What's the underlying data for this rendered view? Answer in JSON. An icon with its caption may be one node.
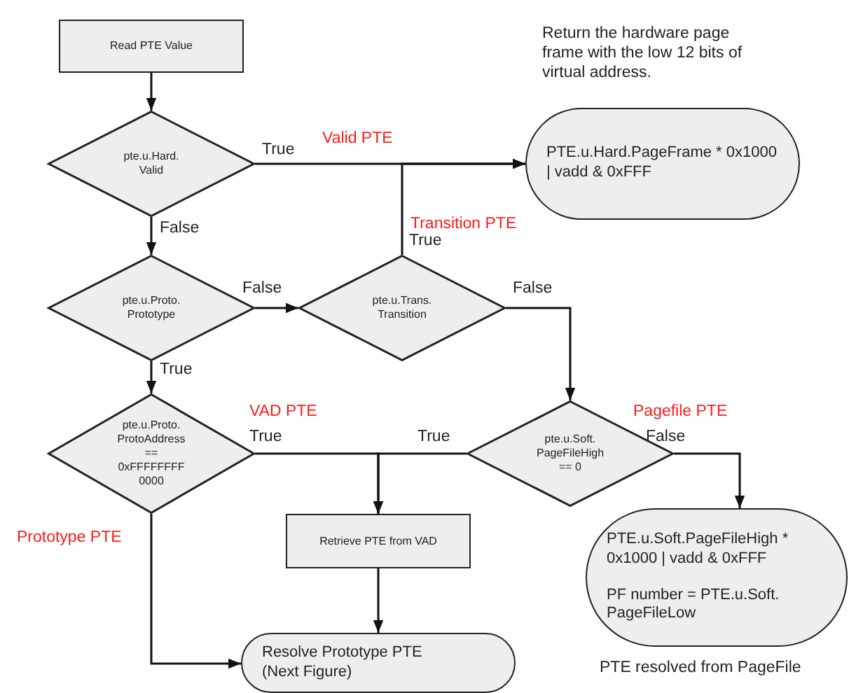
{
  "diagram": {
    "nodes": [
      {
        "text": [
          "Read PTE Value"
        ]
      },
      {
        "text": [
          "pte.u.Hard. Valid"
        ]
      },
      {
        "text": [
          "pte.u.Proto. Prototype"
        ]
      },
      {
        "text": [
          "pte.u.Trans. Transition"
        ]
      },
      {
        "text": [
          "pte.u.Proto. ProtoAddress == 0xFFFFFFFF0000"
        ]
      },
      {
        "text": [
          "pte.u.Soft. PageFileHigh == 0"
        ]
      },
      {
        "text": [
          "PTE.u.Hard.PageFrame * 0x1000 | vadd & 0xFFF"
        ],
        "beside": [
          "Return the hardware page frame with the low 12 bits of virtual address."
        ]
      },
      {
        "text": [
          "Retrieve PTE from VAD"
        ]
      },
      {
        "text": [
          "Resolve Prototype PTE (Next Figure)"
        ]
      },
      {
        "text": [
          "PTE.u.Soft.PageFileHigh * 0x1000 | vadd & 0xFFF",
          "PF number = PTE.u.Soft. PageFileLow"
        ],
        "beside": [
          "PTE resolved from PageFile"
        ]
      }
    ],
    "edges": [
      {
        "from": 0,
        "to": 1,
        "arrow": "to"
      },
      {
        "from": 1,
        "to": 6,
        "arrow": "to",
        "label": "True"
      },
      {
        "from": 1,
        "to": 2,
        "arrow": "to",
        "label": "False"
      },
      {
        "from": 2,
        "to": 3,
        "arrow": "to",
        "label": "False"
      },
      {
        "from": 3,
        "to": 6,
        "arrow": "to",
        "label": "True"
      },
      {
        "from": 2,
        "to": 4,
        "arrow": "to",
        "label": "True"
      },
      {
        "from": 3,
        "to": 5,
        "arrow": "to",
        "label": "False"
      },
      {
        "from": 4,
        "to": 7,
        "arrow": "to",
        "label": "True"
      },
      {
        "from": 5,
        "to": 7,
        "arrow": "to",
        "label": "True"
      },
      {
        "from": 5,
        "to": 9,
        "arrow": "to",
        "label": "False"
      },
      {
        "from": 4,
        "to": 8,
        "arrow": "to"
      },
      {
        "from": 7,
        "to": 8,
        "arrow": "to"
      }
    ],
    "labels": [
      "Valid PTE",
      "Transition PTE",
      "VAD PTE",
      "Pagefile PTE",
      "Prototype PTE"
    ]
  }
}
